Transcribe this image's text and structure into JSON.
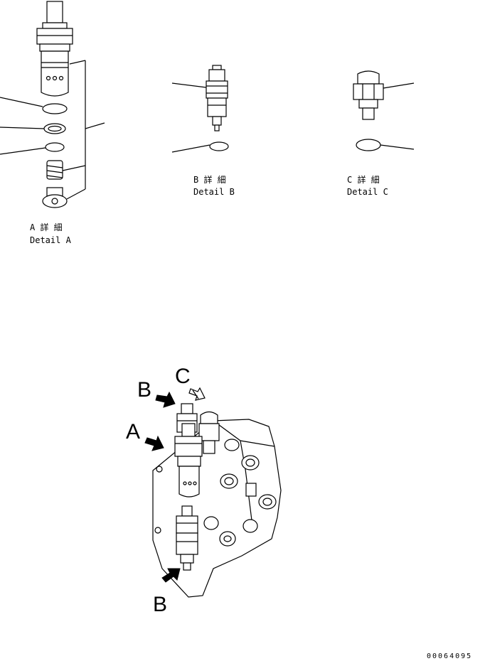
{
  "details": [
    {
      "id": "A",
      "caption_jp": "A 詳 細",
      "caption_en": "Detail A"
    },
    {
      "id": "B",
      "caption_jp": "B 詳 細",
      "caption_en": "Detail B"
    },
    {
      "id": "C",
      "caption_jp": "C 詳 細",
      "caption_en": "Detail C"
    }
  ],
  "callouts": {
    "a": "A",
    "b_top": "B",
    "b_bottom": "B",
    "c": "C"
  },
  "part_number": "00064095"
}
